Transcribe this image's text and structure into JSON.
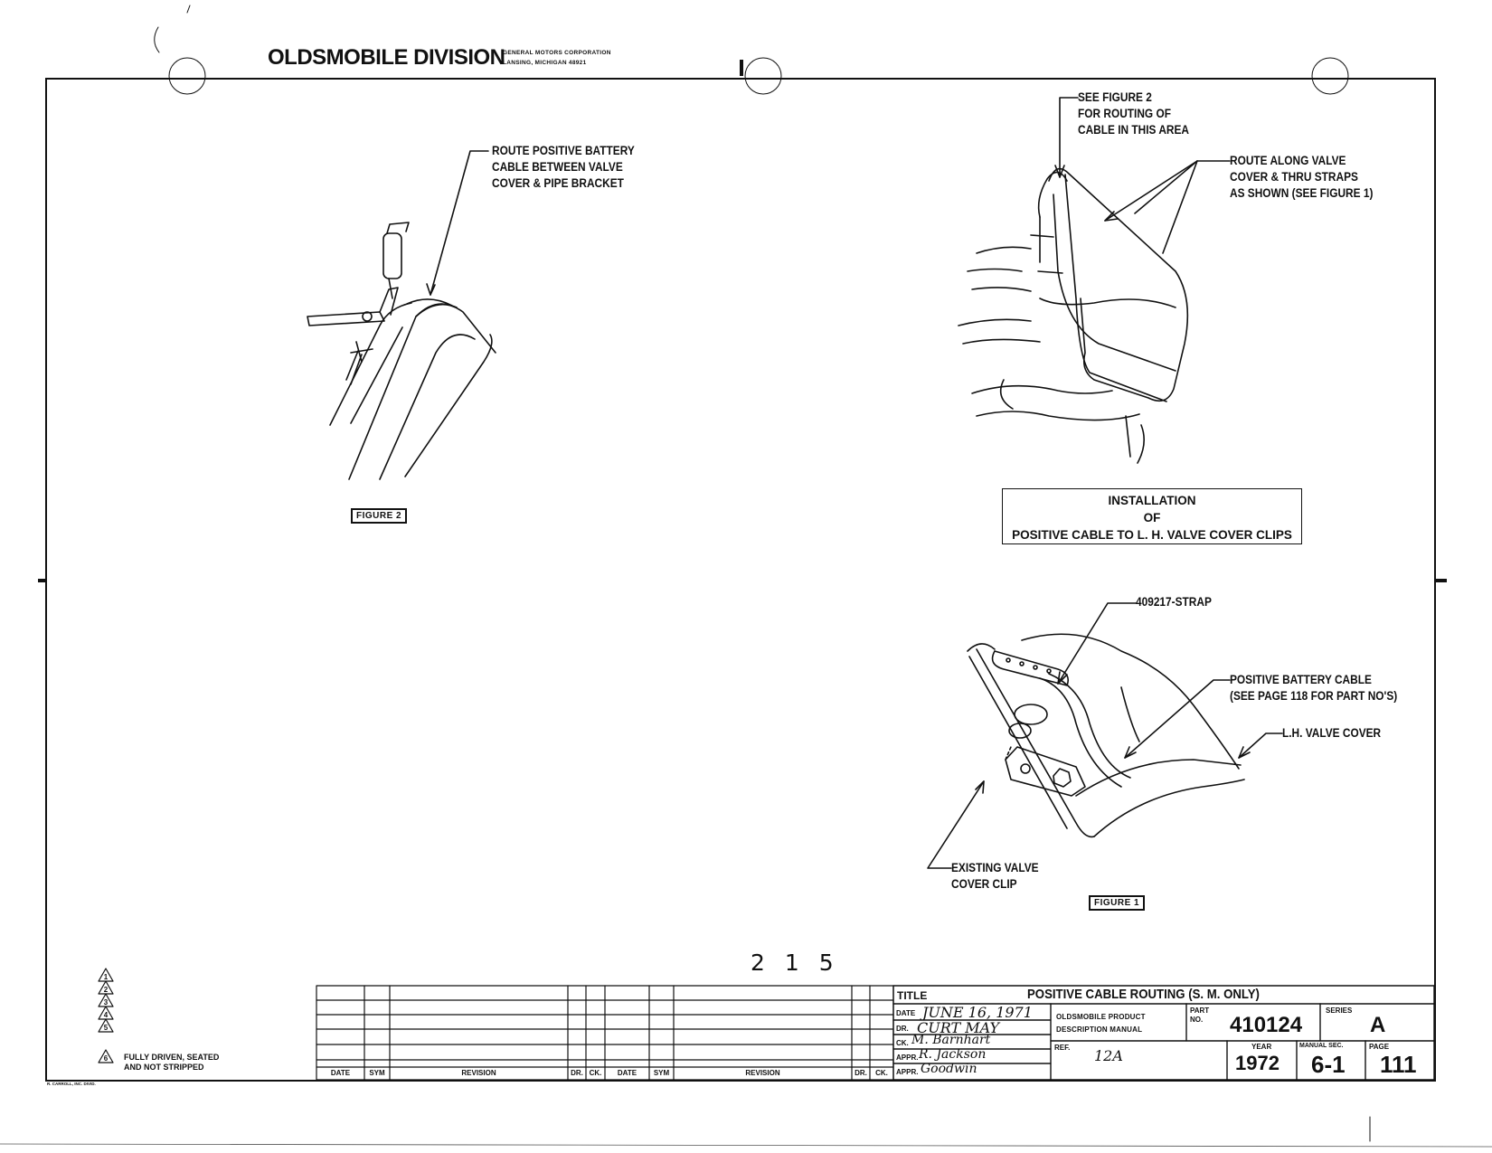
{
  "header": {
    "division": "OLDSMOBILE DIVISION",
    "corporation": "GENERAL MOTORS CORPORATION",
    "location": "LANSING, MICHIGAN 48921"
  },
  "figure2": {
    "callout": "ROUTE POSITIVE BATTERY\nCABLE BETWEEN VALVE\nCOVER & PIPE BRACKET",
    "label": "FIGURE 2"
  },
  "overview": {
    "callout_routing": "SEE FIGURE 2\nFOR ROUTING OF\nCABLE IN THIS AREA",
    "callout_route_along": "ROUTE ALONG VALVE\nCOVER & THRU STRAPS\nAS SHOWN (SEE FIGURE 1)",
    "install_title": [
      "INSTALLATION",
      "OF",
      "POSITIVE CABLE TO L. H. VALVE COVER CLIPS"
    ]
  },
  "figure1": {
    "callout_strap": "409217-STRAP",
    "callout_cable": "POSITIVE BATTERY CABLE\n(SEE PAGE 118 FOR PART NO'S)",
    "callout_cover": "L.H. VALVE COVER",
    "callout_clip": "EXISTING VALVE\nCOVER CLIP",
    "label": "FIGURE 1"
  },
  "page_number": "2 1 5",
  "legend": {
    "numbers": [
      "1",
      "2",
      "3",
      "4",
      "5",
      "6"
    ],
    "note": "FULLY DRIVEN, SEATED\nAND NOT STRIPPED"
  },
  "revision_block": {
    "headers": [
      "DATE",
      "SYM",
      "REVISION",
      "DR.",
      "CK.",
      "DATE",
      "SYM",
      "REVISION",
      "DR.",
      "CK."
    ]
  },
  "title_block": {
    "title_label": "TITLE",
    "title": "POSITIVE CABLE ROUTING (S. M. ONLY)",
    "date_label": "DATE",
    "date": "JUNE 16, 1971",
    "dr_label": "DR.",
    "dr": "CURT MAY",
    "ck_label": "CK.",
    "ck": "M. Barnhart",
    "appr1_label": "APPR.",
    "appr1": "R. Jackson",
    "appr2_label": "APPR.",
    "appr2": "Goodwin",
    "manual_line1": "OLDSMOBILE PRODUCT",
    "manual_line2": "DESCRIPTION MANUAL",
    "ref_label": "REF.",
    "ref": "12A",
    "part_label": "PART",
    "no_label": "NO.",
    "part_no": "410124",
    "series_label": "SERIES",
    "series": "A",
    "year_label": "YEAR",
    "year": "1972",
    "manual_sec_label": "MANUAL SEC.",
    "manual_sec": "6-1",
    "page_label": "PAGE",
    "page": "111"
  },
  "credit": "R. CARROLL, INC. DIVID."
}
